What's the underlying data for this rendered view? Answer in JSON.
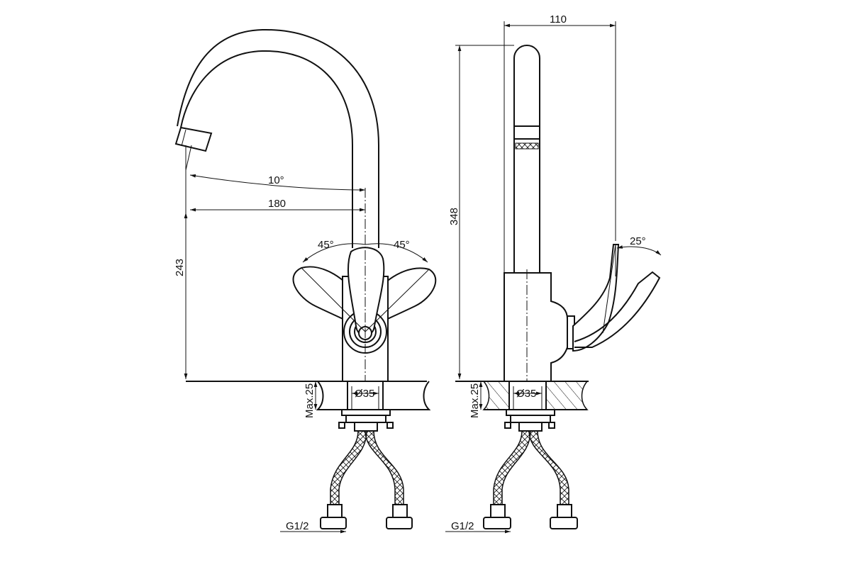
{
  "front_view": {
    "dim_angle_spout": "10°",
    "dim_reach": "180",
    "dim_height": "243",
    "dim_handle_left": "45°",
    "dim_handle_right": "45°",
    "dim_hole": "Ø35",
    "dim_max_thickness": "Max.25",
    "dim_thread": "G1/2"
  },
  "side_view": {
    "dim_width": "110",
    "dim_total_height": "348",
    "dim_handle_tilt": "25°",
    "dim_hole": "Ø35",
    "dim_max_thickness": "Max.25",
    "dim_thread": "G1/2"
  }
}
